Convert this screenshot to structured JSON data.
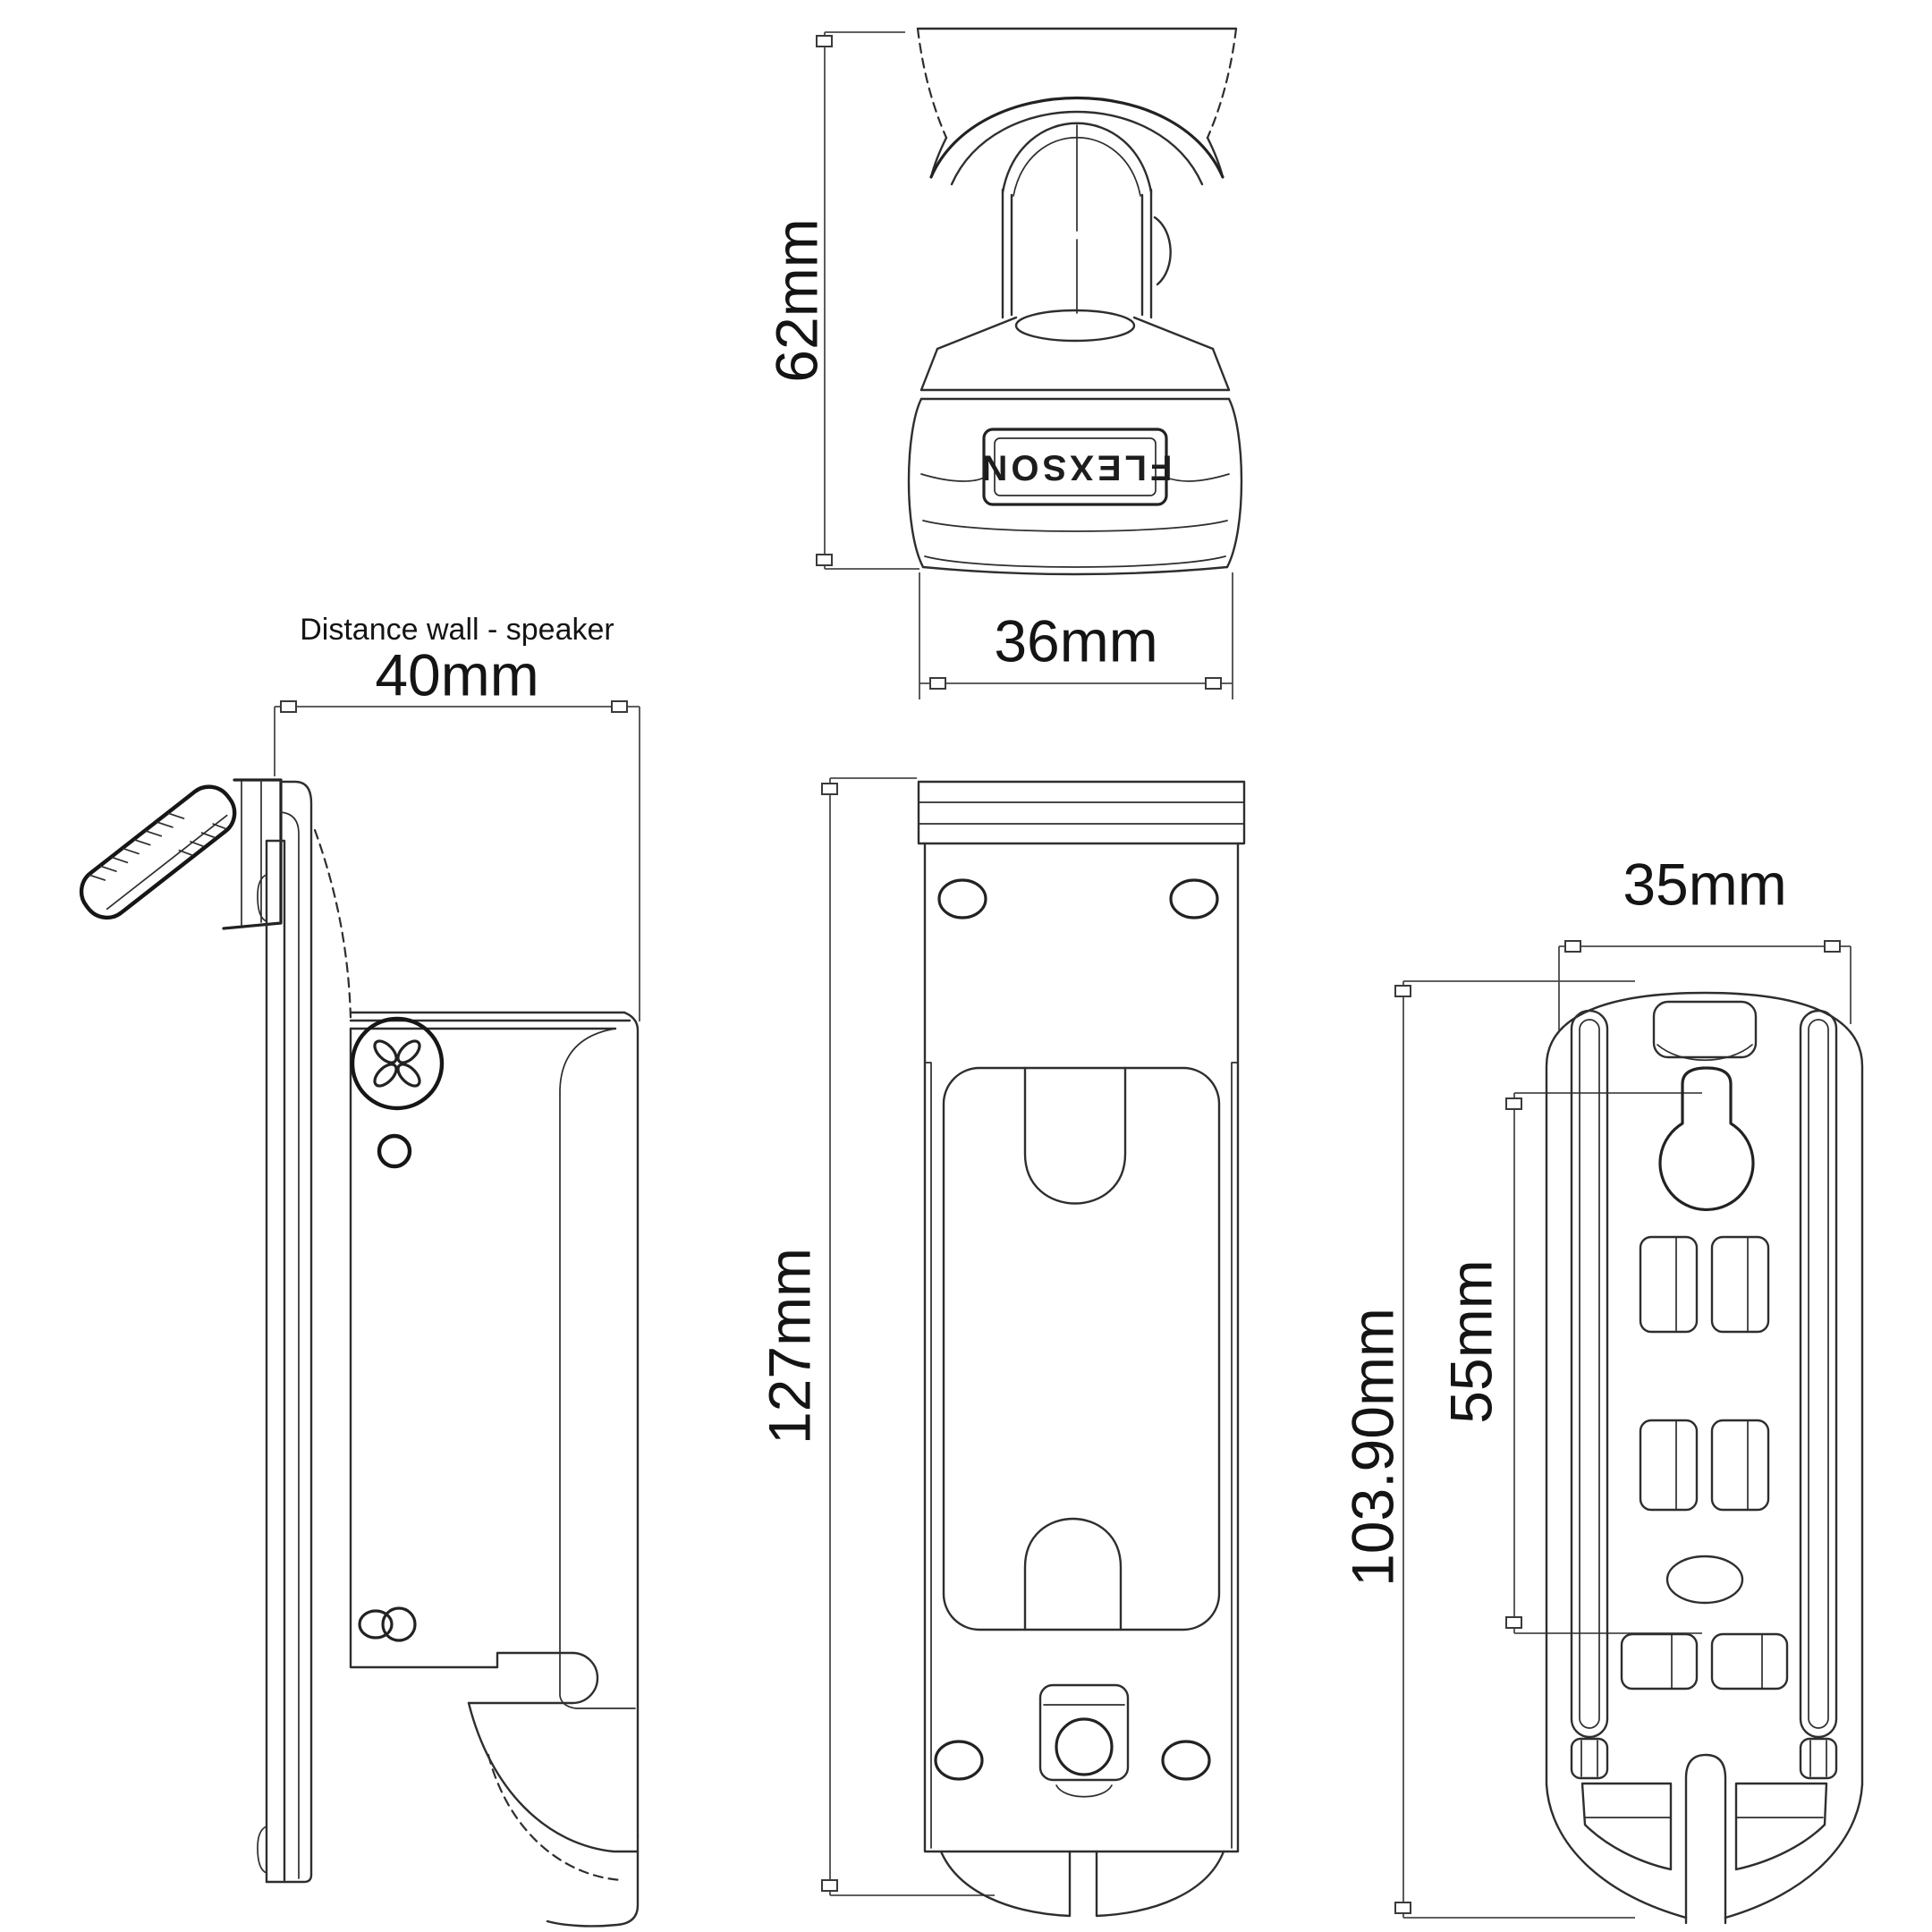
{
  "brand_label": "FLEXSON",
  "annotations": {
    "distance_note": "Distance wall - speaker"
  },
  "dimensions": {
    "top_view": {
      "height": "62mm",
      "width": "36mm"
    },
    "side_view": {
      "wall_to_speaker": "40mm"
    },
    "front_view": {
      "height": "127mm"
    },
    "back_view": {
      "width": "35mm",
      "slot_spacing": "55mm",
      "height": "103.90mm"
    }
  },
  "colors": {
    "line": "#2e2e2e",
    "background": "#ffffff",
    "text": "#141414"
  }
}
